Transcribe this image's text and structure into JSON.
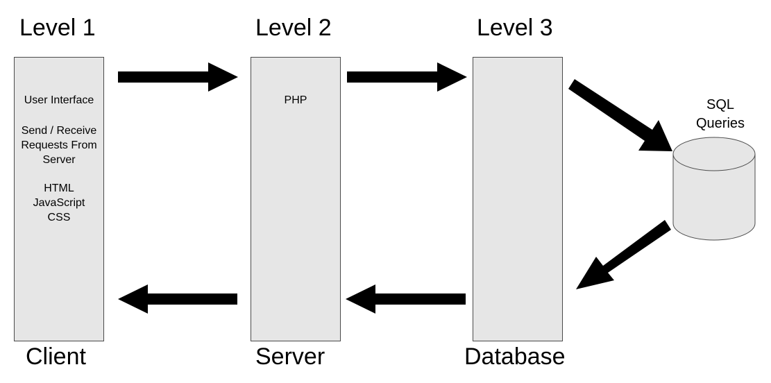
{
  "colors": {
    "box_fill": "#e6e6e6",
    "box_border": "#4a4a4a",
    "arrow": "#000000",
    "text": "#000000",
    "background": "#ffffff"
  },
  "levels": [
    {
      "title": "Level 1",
      "caption": "Client",
      "blocks": [
        [
          "User Interface"
        ],
        [
          "Send / Receive",
          "Requests From",
          "Server"
        ],
        [
          "HTML",
          "JavaScript",
          "CSS"
        ]
      ]
    },
    {
      "title": "Level 2",
      "caption": "Server",
      "blocks": [
        [
          "PHP"
        ]
      ]
    },
    {
      "title": "Level 3",
      "caption": "Database",
      "blocks": []
    }
  ],
  "database": {
    "label_lines": [
      "SQL",
      "Queries"
    ],
    "icon": "database-cylinder-icon"
  },
  "arrows": [
    {
      "name": "arrow-client-to-server",
      "direction": "right"
    },
    {
      "name": "arrow-server-to-database",
      "direction": "right"
    },
    {
      "name": "arrow-database-to-queries",
      "direction": "down-right"
    },
    {
      "name": "arrow-queries-to-database",
      "direction": "down-left"
    },
    {
      "name": "arrow-database-to-server",
      "direction": "left"
    },
    {
      "name": "arrow-server-to-client",
      "direction": "left"
    }
  ]
}
